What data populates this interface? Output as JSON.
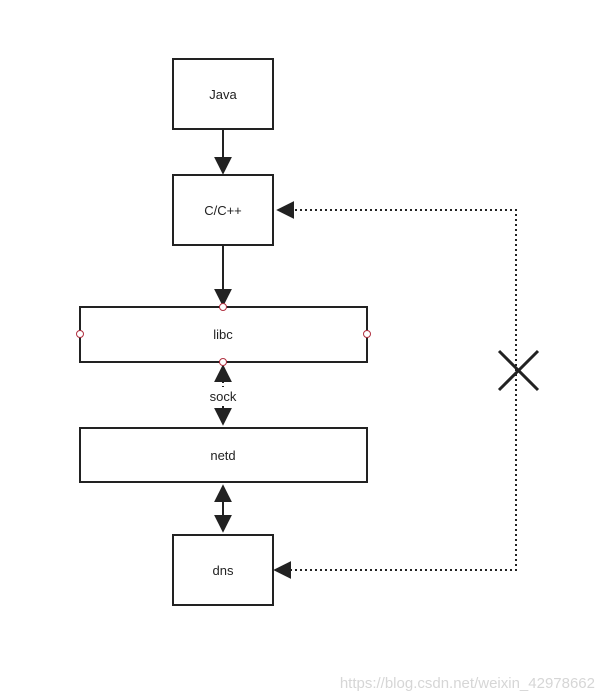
{
  "nodes": {
    "java": "Java",
    "cpp": "C/C++",
    "libc": "libc",
    "netd": "netd",
    "dns": "dns"
  },
  "edges": {
    "sock_label": "sock"
  },
  "watermark": "https://blog.csdn.net/weixin_42978662",
  "colors": {
    "stroke": "#222222",
    "port_outline": "#b03040",
    "watermark": "#d6d6d6"
  }
}
